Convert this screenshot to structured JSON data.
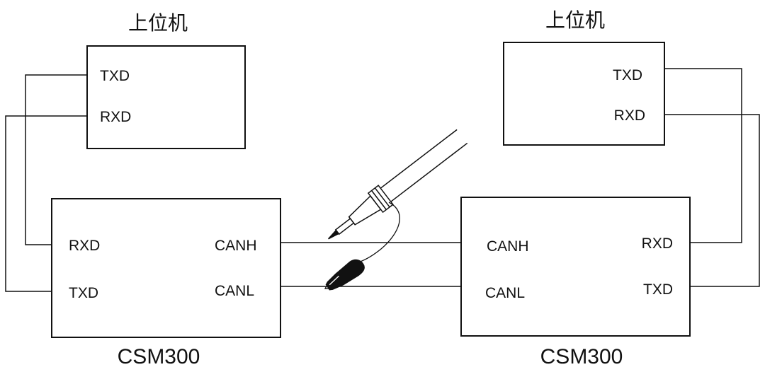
{
  "left": {
    "host": {
      "title": "上位机",
      "ports": {
        "txd": "TXD",
        "rxd": "RXD"
      }
    },
    "module": {
      "title": "CSM300",
      "ports": {
        "rxd": "RXD",
        "txd": "TXD",
        "canh": "CANH",
        "canl": "CANL"
      }
    }
  },
  "right": {
    "host": {
      "title": "上位机",
      "ports": {
        "txd": "TXD",
        "rxd": "RXD"
      }
    },
    "module": {
      "title": "CSM300",
      "ports": {
        "canh": "CANH",
        "canl": "CANL",
        "rxd": "RXD",
        "txd": "TXD"
      }
    }
  },
  "colors": {
    "line": "#111111",
    "background": "#ffffff"
  },
  "icons": {
    "probe": "oscilloscope-probe-icon",
    "clip": "ground-clip-icon"
  }
}
